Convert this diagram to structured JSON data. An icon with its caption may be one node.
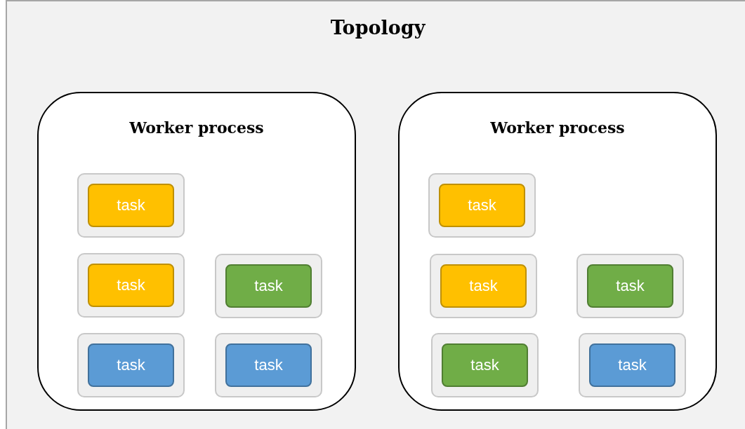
{
  "diagram": {
    "nodes": [
      {
        "text": [
          "Topology"
        ]
      },
      {
        "text": [
          "Worker process"
        ],
        "in": 0
      },
      {
        "text": [],
        "shape": "box",
        "in": 1
      },
      {
        "text": [
          "task"
        ],
        "in": 2
      },
      {
        "text": [],
        "shape": "box",
        "in": 1
      },
      {
        "text": [
          "task"
        ],
        "in": 4
      },
      {
        "text": [],
        "shape": "box",
        "in": 1
      },
      {
        "text": [
          "task"
        ],
        "in": 6
      },
      {
        "text": [],
        "shape": "box",
        "in": 1
      },
      {
        "text": [
          "task"
        ],
        "in": 8
      },
      {
        "text": [],
        "shape": "box",
        "in": 1
      },
      {
        "text": [
          "task"
        ],
        "in": 10
      },
      {
        "text": [
          "Worker process"
        ],
        "in": 0
      },
      {
        "text": [],
        "shape": "box",
        "in": 12
      },
      {
        "text": [
          "task"
        ],
        "in": 13
      },
      {
        "text": [],
        "shape": "box",
        "in": 12
      },
      {
        "text": [
          "task"
        ],
        "in": 15
      },
      {
        "text": [],
        "shape": "box",
        "in": 12
      },
      {
        "text": [
          "task"
        ],
        "in": 17
      },
      {
        "text": [],
        "shape": "box",
        "in": 12
      },
      {
        "text": [
          "task"
        ],
        "in": 19
      },
      {
        "text": [],
        "shape": "box",
        "in": 12
      },
      {
        "text": [
          "task"
        ],
        "in": 21
      }
    ],
    "edges": []
  }
}
